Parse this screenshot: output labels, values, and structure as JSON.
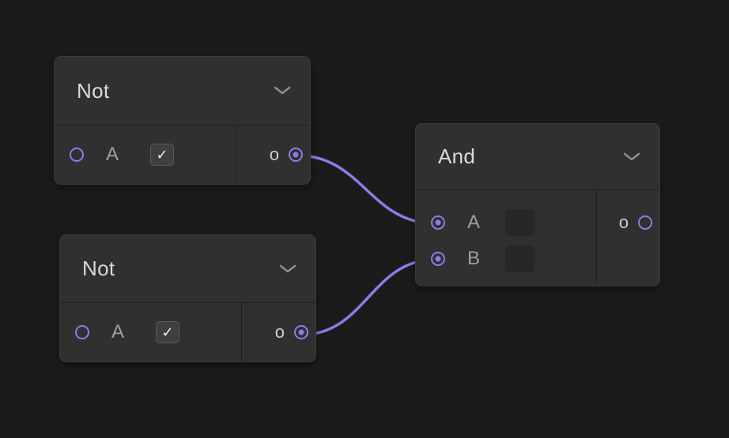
{
  "canvas": {
    "background_color": "#1b1b1b"
  },
  "theme": {
    "accent": "#8b7ce8",
    "node_background": "#303030",
    "wire_color": "#8b7ce8"
  },
  "icons": {
    "checkmark": "✓",
    "collapse": "chevron-down"
  },
  "nodes": {
    "not1": {
      "title": "Not",
      "inputs": [
        {
          "label": "A",
          "control": "checkbox",
          "checked": true,
          "connected": false
        }
      ],
      "outputs": [
        {
          "label": "o",
          "connected": true
        }
      ]
    },
    "not2": {
      "title": "Not",
      "inputs": [
        {
          "label": "A",
          "control": "checkbox",
          "checked": true,
          "connected": false
        }
      ],
      "outputs": [
        {
          "label": "o",
          "connected": true
        }
      ]
    },
    "and1": {
      "title": "And",
      "inputs": [
        {
          "label": "A",
          "connected": true
        },
        {
          "label": "B",
          "connected": true
        }
      ],
      "outputs": [
        {
          "label": "o",
          "connected": false
        }
      ]
    }
  },
  "connections": [
    {
      "from": "not1.o",
      "to": "and1.A"
    },
    {
      "from": "not2.o",
      "to": "and1.B"
    }
  ]
}
